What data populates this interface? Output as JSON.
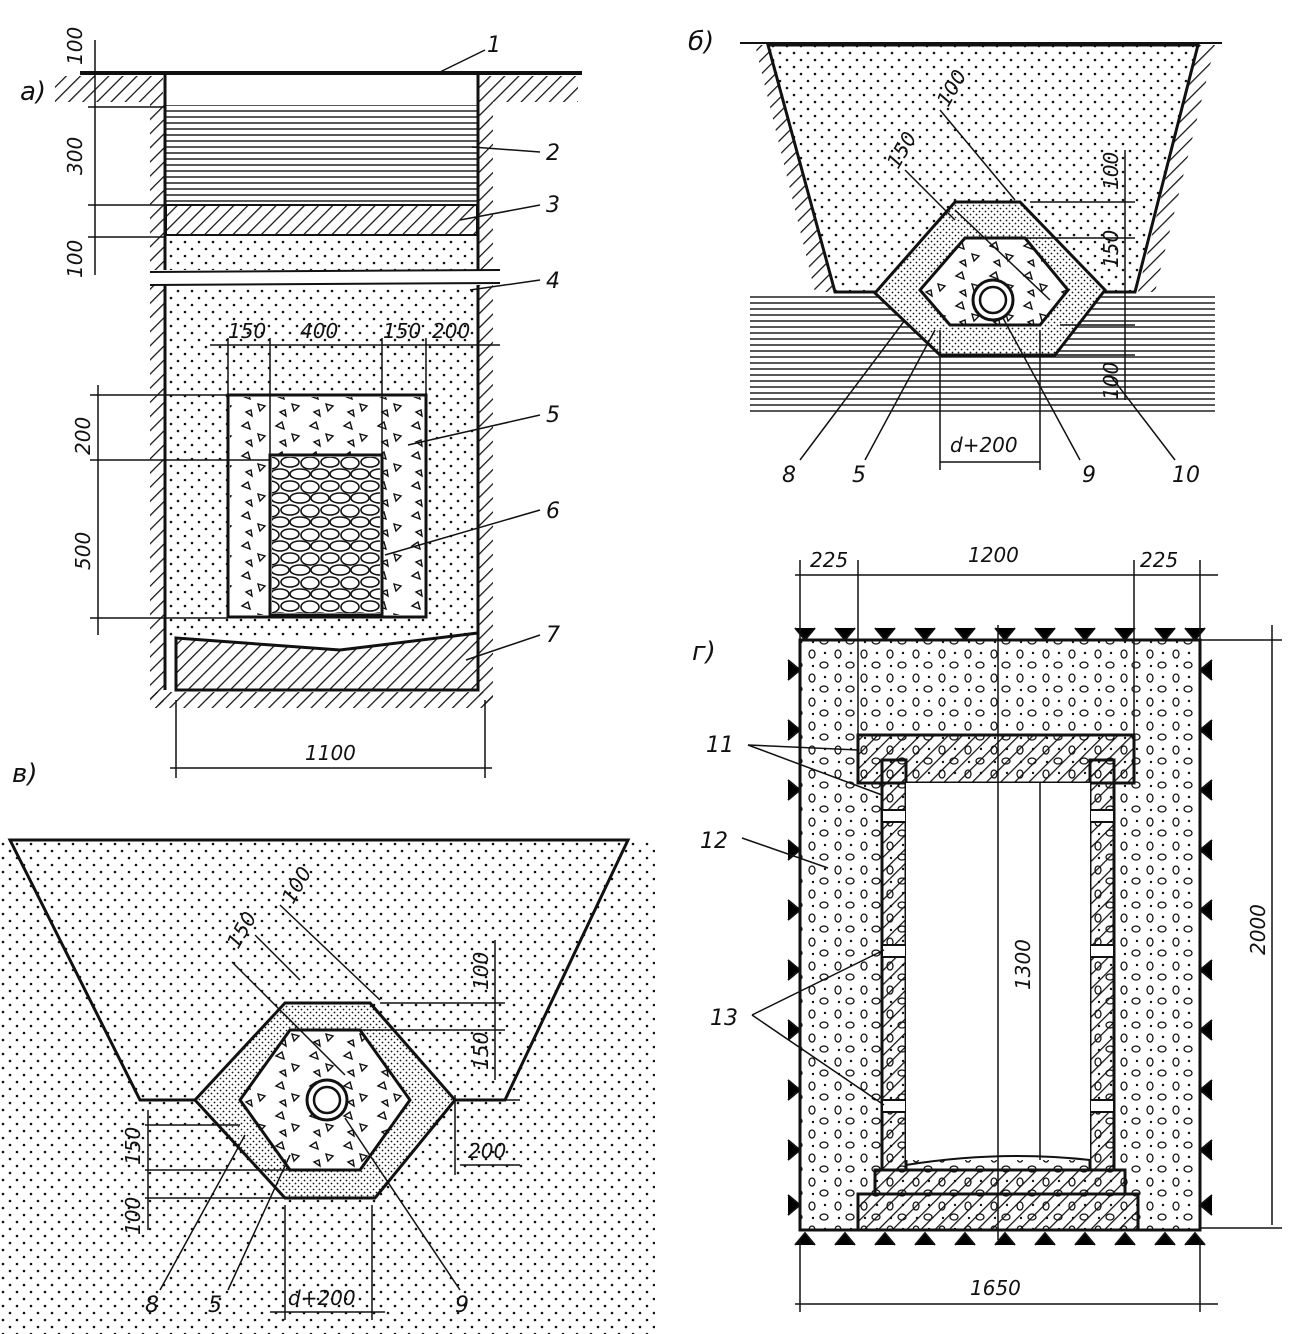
{
  "colors": {
    "ink": "#111111",
    "paper": "#ffffff"
  },
  "panel_a": {
    "title": "а)",
    "dims": {
      "d100_top": "100",
      "d300": "300",
      "d100_mid": "100",
      "d150_l": "150",
      "d400": "400",
      "d150_r": "150",
      "d200_r": "200",
      "d200_v": "200",
      "d500": "500",
      "d1100": "1100"
    },
    "labels": [
      "1",
      "2",
      "3",
      "4",
      "5",
      "6",
      "7"
    ]
  },
  "panel_b": {
    "title": "б)",
    "dims": {
      "d100_diag": "100",
      "d150_diag": "150",
      "d100_v1": "100",
      "d150_v": "150",
      "d100_v2": "100",
      "d_plus_200": "d+200"
    },
    "labels": [
      "8",
      "5",
      "9",
      "10"
    ]
  },
  "panel_c": {
    "title": "в)",
    "dims": {
      "d100_diag": "100",
      "d150_diag": "150",
      "d100_v": "100",
      "d150_v": "150",
      "d200": "200",
      "d150_l": "150",
      "d100_l": "100",
      "d_plus_200": "d+200"
    },
    "labels": [
      "8",
      "5",
      "9"
    ]
  },
  "panel_d": {
    "title": "г)",
    "dims": {
      "d225_l": "225",
      "d1200": "1200",
      "d225_r": "225",
      "d2000": "2000",
      "d1300": "1300",
      "d1650": "1650"
    },
    "labels": [
      "11",
      "12",
      "13"
    ]
  }
}
